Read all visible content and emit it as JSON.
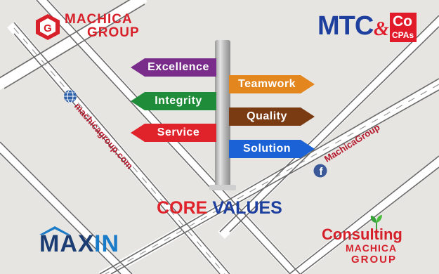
{
  "logos": {
    "machica_group": {
      "line1": "MACHICA",
      "line2": "GROUP",
      "color": "#d8202a"
    },
    "mtc_cpas": {
      "main": "MTC",
      "amp": "&",
      "co": "Co",
      "cpas": "CPAs",
      "blue": "#1d3f9e",
      "red": "#e21b2b"
    },
    "maxin": {
      "max": "MAX",
      "in": "IN",
      "dark": "#1b3d73",
      "light": "#1a7bc8"
    },
    "consulting": {
      "line1": "Consulting",
      "line2": "MACHICA",
      "line3": "GROUP",
      "red": "#d5202a",
      "leaf": "#37a33a"
    }
  },
  "signs": {
    "excellence": {
      "label": "Excellence",
      "color": "#7a2c8b"
    },
    "teamwork": {
      "label": "Teamwork",
      "color": "#e3861e"
    },
    "integrity": {
      "label": "Integrity",
      "color": "#1f8c3a"
    },
    "quality": {
      "label": "Quality",
      "color": "#7a3a12"
    },
    "service": {
      "label": "Service",
      "color": "#e0222a"
    },
    "solution": {
      "label": "Solution",
      "color": "#1b62d6"
    }
  },
  "title": {
    "word1": "CORE",
    "word2": "VALUES",
    "color1": "#e0222a",
    "color2": "#1d3f9e"
  },
  "social": {
    "website": "machicagroup.com",
    "facebook": "MachicaGroup",
    "facebook_letter": "f",
    "globe_color": "#2b5fa8",
    "facebook_color": "#3b5998"
  }
}
